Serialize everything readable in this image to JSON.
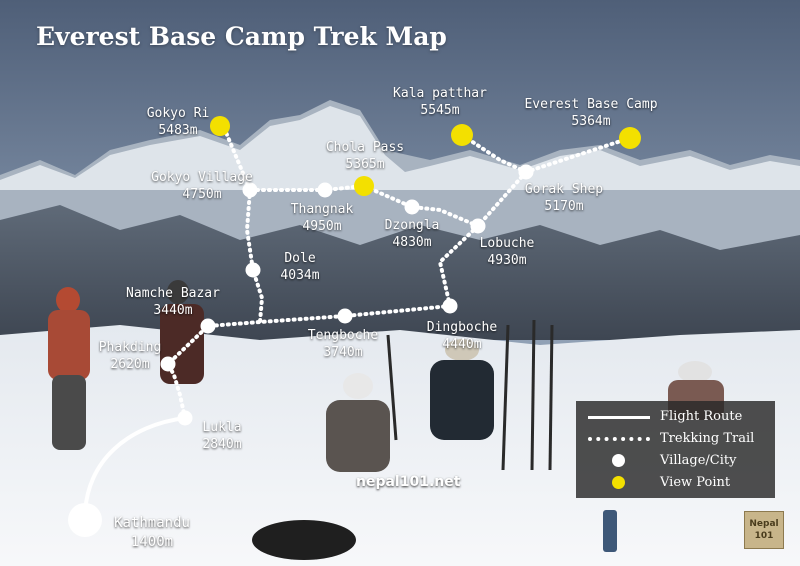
{
  "title": "Everest Base Camp Trek Map",
  "places": {
    "kathmandu": {
      "name": "Kathmandu",
      "alt": "1400m"
    },
    "lukla": {
      "name": "Lukla",
      "alt": "2840m"
    },
    "phakding": {
      "name": "Phakding",
      "alt": "2620m"
    },
    "namche": {
      "name": "Namche Bazar",
      "alt": "3440m"
    },
    "tengboche": {
      "name": "Tengboche",
      "alt": "3740m"
    },
    "dingboche": {
      "name": "Dingboche",
      "alt": "4440m"
    },
    "lobuche": {
      "name": "Lobuche",
      "alt": "4930m"
    },
    "gorakshep": {
      "name": "Gorak Shep",
      "alt": "5170m"
    },
    "ebc": {
      "name": "Everest Base Camp",
      "alt": "5364m"
    },
    "kalapatthar": {
      "name": "Kala patthar",
      "alt": "5545m"
    },
    "dzongla": {
      "name": "Dzongla",
      "alt": "4830m"
    },
    "cholapass": {
      "name": "Chola Pass",
      "alt": "5365m"
    },
    "thangnak": {
      "name": "Thangnak",
      "alt": "4950m"
    },
    "gokyovillage": {
      "name": "Gokyo Village",
      "alt": "4750m"
    },
    "gokyori": {
      "name": "Gokyo Ri",
      "alt": "5483m"
    },
    "dole": {
      "name": "Dole",
      "alt": "4034m"
    }
  },
  "legend": {
    "flight": "Flight Route",
    "trail": "Trekking Trail",
    "village": "Village/City",
    "viewpoint": "View Point"
  },
  "watermark": "nepal101.net",
  "logo": {
    "line1": "Nepal",
    "line2": "101"
  },
  "colors": {
    "viewpoint": "#f3e000",
    "village": "#ffffff",
    "trail": "#ffffff",
    "flight": "#ffffff"
  }
}
